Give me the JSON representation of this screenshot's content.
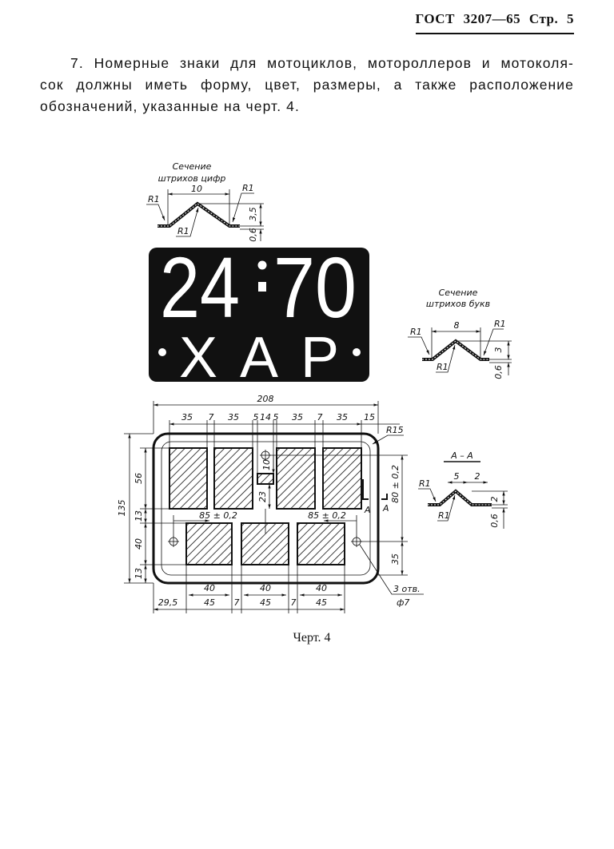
{
  "header": {
    "title": "ГОСТ 3207—65 Стр. 5"
  },
  "paragraph": {
    "lines": [
      "7. Номерные знаки для мотоциклов, мотороллеров и мотоколя-",
      "сок должны иметь форму, цвет, размеры, а также расположение",
      "обозначений, указанные на черт. 4."
    ]
  },
  "plate": {
    "digits_left": "24",
    "digits_right": "70",
    "letters": "ХАР"
  },
  "section_digits": {
    "title1": "Сечение",
    "title2": "штрихов цифр",
    "width": "10",
    "height": "3,5",
    "thickness": "0,6",
    "radius": "R1"
  },
  "section_letters": {
    "title1": "Сечение",
    "title2": "штрихов букв",
    "width": "8",
    "height": "3",
    "thickness": "0,6",
    "radius": "R1"
  },
  "section_aa": {
    "title": "А – А",
    "width1": "5",
    "width2": "2",
    "height": "2",
    "thickness": "0,6",
    "radius": "R1"
  },
  "drawing": {
    "overall_width": "208",
    "top_dims": [
      "35",
      "7",
      "35",
      "5",
      "14",
      "5",
      "35",
      "7",
      "35",
      "15"
    ],
    "corner_radius": "R15",
    "left_dims": {
      "total": "135",
      "a": "56",
      "b": "13",
      "c": "40",
      "d": "13"
    },
    "right_dims": {
      "a": "80 ± 0,2",
      "b": "35"
    },
    "center_dims": {
      "a": "10",
      "b": "23"
    },
    "pitch": "85 ± 0,2",
    "bottom_row1": [
      "40",
      "40",
      "40"
    ],
    "bottom_row2": [
      "29,5",
      "45",
      "7",
      "45",
      "7",
      "45"
    ],
    "holes": {
      "count": "3 отв.",
      "diameter": "ф7"
    },
    "section_mark": "А"
  },
  "caption": "Черт. 4"
}
